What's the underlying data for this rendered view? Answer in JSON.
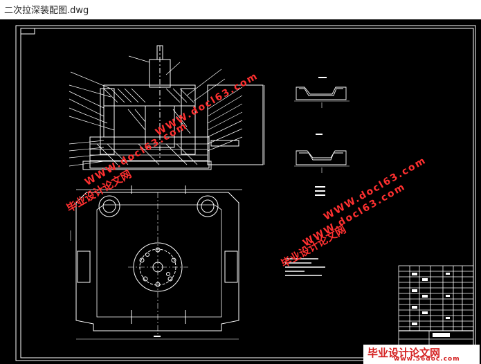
{
  "window": {
    "title": "二次拉深装配图.dwg"
  },
  "watermarks": {
    "cn_text": "毕业设计论文网",
    "url_text": "WWW.docl63.com",
    "cn_color": "#ff3030",
    "url_color": "#ff3030"
  },
  "badge": {
    "name": "毕业设计论文网",
    "url": "www.56doc.com",
    "color": "#d42020"
  },
  "colors": {
    "drawing_line": "#ffffff",
    "background": "#000000"
  }
}
